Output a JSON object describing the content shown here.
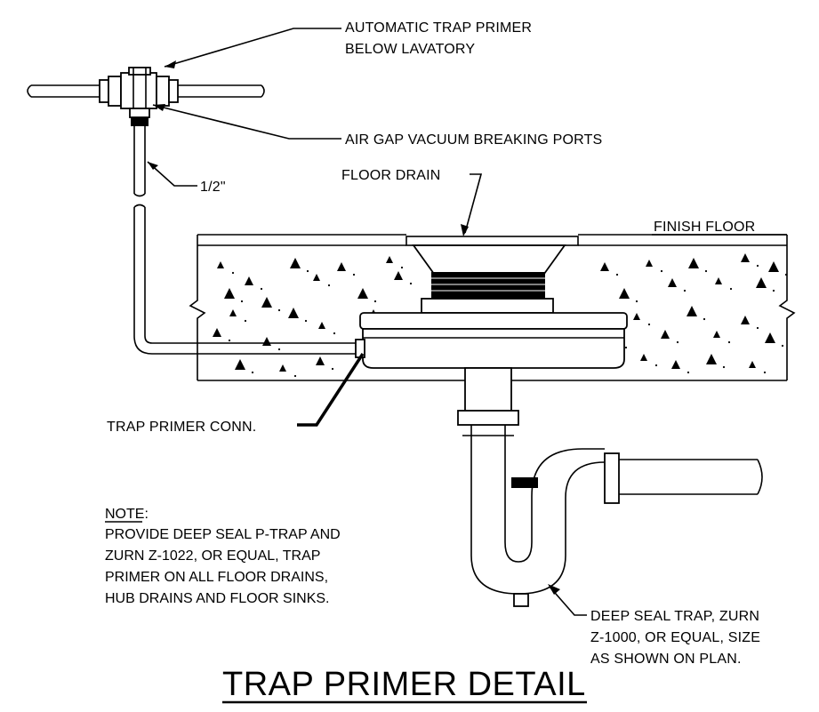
{
  "labels": {
    "primer_line1": "AUTOMATIC TRAP PRIMER",
    "primer_line2": "BELOW LAVATORY",
    "air_gap": "AIR GAP VACUUM BREAKING PORTS",
    "pipe_size": "1/2\"",
    "floor_drain": "FLOOR DRAIN",
    "finish_floor": "FINISH FLOOR",
    "trap_primer_conn": "TRAP PRIMER CONN.",
    "deep_seal_line1": "DEEP SEAL TRAP, ZURN",
    "deep_seal_line2": "Z-1000, OR EQUAL, SIZE",
    "deep_seal_line3": "AS SHOWN ON PLAN."
  },
  "note": {
    "heading": "NOTE:",
    "lines": [
      "PROVIDE DEEP SEAL P-TRAP AND",
      "ZURN Z-1022, OR EQUAL, TRAP",
      "PRIMER ON ALL FLOOR DRAINS,",
      "HUB DRAINS AND FLOOR SINKS."
    ]
  },
  "title": "TRAP PRIMER DETAIL"
}
